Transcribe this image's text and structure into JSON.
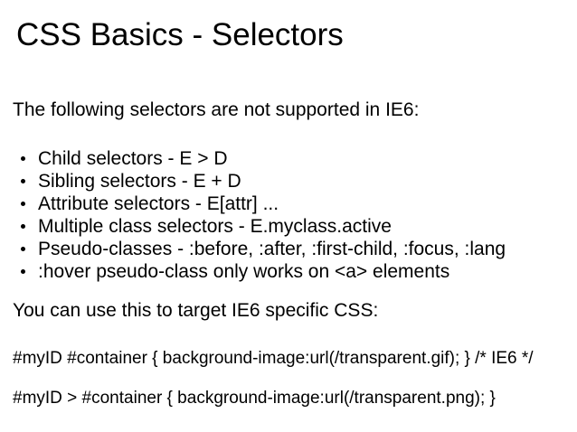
{
  "slide": {
    "title": "CSS Basics - Selectors",
    "intro": "The following selectors are not supported in IE6:",
    "bullets": [
      "Child selectors - E > D",
      "Sibling selectors - E + D",
      "Attribute selectors - E[attr] ...",
      "Multiple class selectors - E.myclass.active",
      "Pseudo-classes - :before, :after, :first-child, :focus, :lang",
      ":hover pseudo-class only works on <a> elements"
    ],
    "target_line": "You can use this to target IE6 specific CSS:",
    "code_lines": [
      "#myID #container { background-image:url(/transparent.gif); } /* IE6 */",
      "#myID > #container { background-image:url(/transparent.png); }"
    ],
    "colors": {
      "background": "#ffffff",
      "text": "#000000"
    }
  }
}
